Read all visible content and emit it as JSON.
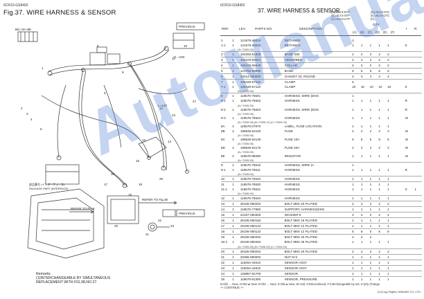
{
  "header": {
    "left_model": "6CR10-GS8402",
    "left_title": "Fig.37.  WIRE HARNESS & SENSOR",
    "right_model": "6CR10-GS8402",
    "right_title": "37.  WIRE HARNESS & SENSOR",
    "model_notes": [
      "(A)=6LY3-ETP",
      "(B)=6LY3-STP",
      "(C)=6LY3-UTP",
      "(D)=6LY3-STC",
      "(E)=6LY3-UTC",
      "(F)="
    ]
  },
  "columns": {
    "ref": "REF.",
    "lev": "LEV.",
    "parts_no": "PARTS NO.",
    "description": "DESCRIPTION",
    "qty": "QTY",
    "qty_cols": [
      "(A)",
      "(B)",
      "(C)",
      "(D)",
      "(E)",
      "(F)"
    ],
    "i": "I",
    "r": "R"
  },
  "rows": [
    {
      "ref": "1",
      "lev": "1",
      "pno": "121575-49310",
      "desc": "RETAINER",
      "q": [
        "3",
        "",
        "",
        "",
        "",
        ""
      ],
      "i": "",
      "r": ""
    },
    {
      "ref": "1-1",
      "lev": "1",
      "pno": "121575-49310",
      "desc": "RETAINER",
      "q": [
        "1",
        "1",
        "1",
        "1",
        "1",
        ""
      ],
      "i": "K",
      "r": ""
    },
    {
      "sub": "(A=\"2005.08)"
    },
    {
      "ref": "2",
      "lev": "1",
      "pno": "194250-51600",
      "desc": "BAND  250",
      "q": [
        "2",
        "2",
        "2",
        "2",
        "2",
        ""
      ],
      "i": "",
      "r": ""
    },
    {
      "ref": "3",
      "lev": "1",
      "pno": "105100-55501",
      "desc": "ABSORBER",
      "q": [
        "2",
        "2",
        "2",
        "2",
        "2",
        ""
      ],
      "i": "",
      "r": ""
    },
    {
      "ref": "4",
      "lev": "1",
      "pno": "105100-55540",
      "desc": "COLLAR",
      "q": [
        "2",
        "2",
        "2",
        "2",
        "2",
        ""
      ],
      "i": "",
      "r": ""
    },
    {
      "ref": "5",
      "lev": "1",
      "pno": "121750-59890",
      "desc": "BAND",
      "q": [
        "6",
        "6",
        "6",
        "6",
        "6",
        ""
      ],
      "i": "",
      "r": ""
    },
    {
      "ref": "6",
      "lev": "1",
      "pno": "23414-280000",
      "desc": "GASKET 20, ROUND",
      "q": [
        "4",
        "4",
        "4",
        "4",
        "4",
        ""
      ],
      "i": "",
      "r": ""
    },
    {
      "ref": "7",
      "lev": "1",
      "pno": "105430-67110",
      "desc": "CLAMP",
      "q": [
        "5",
        "",
        "",
        "",
        "",
        ""
      ],
      "i": "",
      "r": ""
    },
    {
      "ref": "7-1",
      "lev": "1",
      "pno": "105430-67110",
      "desc": "CLAMP",
      "q": [
        "10",
        "10",
        "10",
        "10",
        "10",
        ""
      ],
      "i": "K",
      "r": ""
    },
    {
      "sub": "(A=\"2005.08)"
    },
    {
      "ref": "8",
      "lev": "1",
      "pno": "119578-75501",
      "desc": "HARNESS, WIRE (ENG",
      "q": [
        "1",
        "",
        "",
        "",
        "",
        ""
      ],
      "i": "",
      "r": ""
    },
    {
      "ref": "8-1",
      "lev": "1",
      "pno": "119578-75502",
      "desc": "HARNESS",
      "q": [
        "1",
        "1",
        "1",
        "1",
        "1",
        ""
      ],
      "i": "R",
      "r": ""
    },
    {
      "sub": "(A=\"2005.08)"
    },
    {
      "ref": "8-2",
      "lev": "1",
      "pno": "119578-75503",
      "desc": "HARNESS, WIRE (ENG",
      "q": [
        "1",
        "1",
        "1",
        "1",
        "1",
        ""
      ],
      "i": "R",
      "r": ""
    },
    {
      "sub": "(A=\"2005.08)"
    },
    {
      "ref": "8-3",
      "lev": "1",
      "pno": "119578-75504",
      "desc": "HARNESS",
      "q": [
        "1",
        "1",
        "1",
        "1",
        "1",
        ""
      ],
      "i": "W",
      "r": ""
    },
    {
      "sub": "(A=\"2005.08)         (B=\"2005.12)         (C=\"2006.03)"
    },
    {
      "ref": "8A",
      "lev": "2",
      "pno": "119578-07970",
      "desc": "LABEL, FUSE LOCATION",
      "q": [
        "1",
        "1",
        "1",
        "1",
        "1",
        ""
      ],
      "i": "",
      "r": ""
    },
    {
      "ref": "8B",
      "lev": "2",
      "pno": "198535-52100",
      "desc": "FUSE",
      "q": [
        "2",
        "2",
        "2",
        "2",
        "2",
        ""
      ],
      "i": "W",
      "r": ""
    },
    {
      "sub": "(A=\"2005.08)"
    },
    {
      "ref": "8C",
      "lev": "2",
      "pno": "198535-52130",
      "desc": "FUSE 10A",
      "q": [
        "5",
        "5",
        "5",
        "5",
        "5",
        ""
      ],
      "i": "W",
      "r": ""
    },
    {
      "sub": "(A=\"2005.08)"
    },
    {
      "ref": "8D",
      "lev": "2",
      "pno": "198535-52170",
      "desc": "FUSE 20A",
      "q": [
        "2",
        "2",
        "2",
        "2",
        "2",
        ""
      ],
      "i": "W",
      "r": ""
    },
    {
      "sub": "(A=\"2005.08)"
    },
    {
      "ref": "8E",
      "lev": "2",
      "pno": "119578-85090",
      "desc": "RESISTOR",
      "q": [
        "1",
        "1",
        "1",
        "1",
        "1",
        ""
      ],
      "i": "W",
      "r": ""
    },
    {
      "sub": "(A=\"2005.08)"
    },
    {
      "ref": "9",
      "lev": "1",
      "pno": "119578-75510",
      "desc": "HARNESS, WIRE (A",
      "q": [
        "1",
        "",
        "",
        "",
        "",
        ""
      ],
      "i": "",
      "r": ""
    },
    {
      "ref": "9-1",
      "lev": "1",
      "pno": "119578-75511",
      "desc": "HARNESS",
      "q": [
        "1",
        "1",
        "1",
        "1",
        "1",
        ""
      ],
      "i": "R",
      "r": ""
    },
    {
      "sub": "(A=\"2005.08)"
    },
    {
      "ref": "10",
      "lev": "1",
      "pno": "119578-75520",
      "desc": "HARNESS",
      "q": [
        "1",
        "1",
        "1",
        "1",
        "1",
        ""
      ],
      "i": "",
      "r": ""
    },
    {
      "ref": "11",
      "lev": "1",
      "pno": "119578-75530",
      "desc": "HARNESS",
      "q": [
        "1",
        "1",
        "1",
        "1",
        "1",
        ""
      ],
      "i": "",
      "r": ""
    },
    {
      "ref": "11-1",
      "lev": "1",
      "pno": "119578-75531",
      "desc": "HARNESS",
      "q": [
        "1",
        "1",
        "1",
        "1",
        "1",
        ""
      ],
      "i": "S",
      "r": "1"
    },
    {
      "sub": "(A=\"2006.09)"
    },
    {
      "ref": "12",
      "lev": "1",
      "pno": "119578-75540",
      "desc": "HARNESS",
      "q": [
        "1",
        "1",
        "1",
        "1",
        "1",
        ""
      ],
      "i": "",
      "r": ""
    },
    {
      "ref": "13",
      "lev": "1",
      "pno": "26106-080202",
      "desc": "BOLT M8X 20 PLATED",
      "q": [
        "2",
        "2",
        "2",
        "2",
        "2",
        ""
      ],
      "i": "",
      "r": ""
    },
    {
      "ref": "14",
      "lev": "1",
      "pno": "119578-77850",
      "desc": "SUPPORT, HARNESS(ENG",
      "q": [
        "1",
        "1",
        "1",
        "1",
        "1",
        ""
      ],
      "i": "",
      "r": ""
    },
    {
      "ref": "15",
      "lev": "1",
      "pno": "22157-080300",
      "desc": "WASHER  8",
      "q": [
        "2",
        "2",
        "2",
        "2",
        "2",
        ""
      ],
      "i": "",
      "r": ""
    },
    {
      "ref": "16",
      "lev": "1",
      "pno": "26106-080162",
      "desc": "BOLT M8X 16 PLATED",
      "q": [
        "1",
        "1",
        "1",
        "1",
        "1",
        ""
      ],
      "i": "",
      "r": ""
    },
    {
      "ref": "17",
      "lev": "1",
      "pno": "26106-080122",
      "desc": "BOLT M8X 12 PLATED",
      "q": [
        "1",
        "1",
        "1",
        "1",
        "1",
        ""
      ],
      "i": "",
      "r": ""
    },
    {
      "ref": "18",
      "lev": "1",
      "pno": "26106-080122",
      "desc": "BOLT M8X 12 PLATED",
      "q": [
        "6",
        "6",
        "6",
        "6",
        "6",
        ""
      ],
      "i": "",
      "r": ""
    },
    {
      "ref": "19",
      "lev": "1",
      "pno": "26106-080402",
      "desc": "BOLT M8X 40 PLATED",
      "q": [
        "2",
        "2",
        "2",
        "",
        "",
        ""
      ],
      "i": "",
      "r": ""
    },
    {
      "ref": "19-1",
      "lev": "1",
      "pno": "26106-080452",
      "desc": "BOLT M8X 45 PLATED",
      "q": [
        "1",
        "1",
        "1",
        "1",
        "1",
        ""
      ],
      "i": "",
      "r": ""
    },
    {
      "sub": "(A=\"2005.08)     (B=\"2006.09)     (C=\"2006.09)"
    },
    {
      "ref": "20",
      "lev": "1",
      "pno": "26106-080202",
      "desc": "BOLT M8X 20 PLATED",
      "q": [
        "2",
        "2",
        "2",
        "2",
        "2",
        ""
      ],
      "i": "",
      "r": ""
    },
    {
      "ref": "21",
      "lev": "1",
      "pno": "26366-080002",
      "desc": "NUT M 8",
      "q": [
        "1",
        "1",
        "1",
        "1",
        "1",
        ""
      ],
      "i": "",
      "r": ""
    },
    {
      "ref": "22",
      "lev": "1",
      "pno": "119254-44910",
      "desc": "SENSOR ASSY",
      "q": [
        "1",
        "1",
        "1",
        "1",
        "1",
        ""
      ],
      "i": "",
      "r": ""
    },
    {
      "ref": "23",
      "lev": "1",
      "pno": "119254-44910",
      "desc": "SENSOR ASSY",
      "q": [
        "1",
        "1",
        "1",
        "1",
        "1",
        ""
      ],
      "i": "",
      "r": ""
    },
    {
      "ref": "24",
      "lev": "1",
      "pno": "128857-81700",
      "desc": "SENSOR",
      "q": [
        "1",
        "1",
        "1",
        "1",
        "1",
        ""
      ],
      "i": "",
      "r": ""
    },
    {
      "ref": "25",
      "lev": "1",
      "pno": "119578-91300",
      "desc": "SENSOR, PRESSURE",
      "q": [
        "1",
        "1",
        "1",
        "1",
        "1",
        ""
      ],
      "i": "",
      "r": ""
    }
  ],
  "footer": {
    "legend": "N:Old → New, O:Old ⇄ New, R:Old → New, S:Old ⇄ New, W:Add, Z:Discontinued, F:Interchangeable by set, K:Q'ty Change",
    "continue": "++ CONTINUE ++",
    "copyright": "(C)Copy Rights YANMAR CO.,LTD."
  },
  "remarks": {
    "title": "Remarks",
    "line1": "(1)INTERCHANGEABLE BY SIMULTANEOUS",
    "line2": "REPLACEMENT WITH FIG.38,NO.27."
  },
  "diagram": {
    "detail_label": "Bin: 8A~8E",
    "prev_label_1": "PREVIOUS",
    "prev_label_2": "PREVIOUS",
    "range_label": "11 ~100",
    "length_label": "L=140",
    "fuse_box_label": "部品番号 (インターフェース)",
    "fuse_box_label2": "PACKAGE PART (INTERFACE)",
    "refer_1": "REFER TO Fig.6",
    "refer_2": "REFER TO Fig.36",
    "callouts": [
      "1",
      "2",
      "3",
      "4",
      "5",
      "6",
      "7",
      "8",
      "9",
      "10",
      "11",
      "12",
      "13",
      "14",
      "15",
      "16",
      "17",
      "18",
      "19",
      "20",
      "21",
      "22",
      "23",
      "24",
      "25",
      "47"
    ]
  },
  "watermark": "AutoManual"
}
